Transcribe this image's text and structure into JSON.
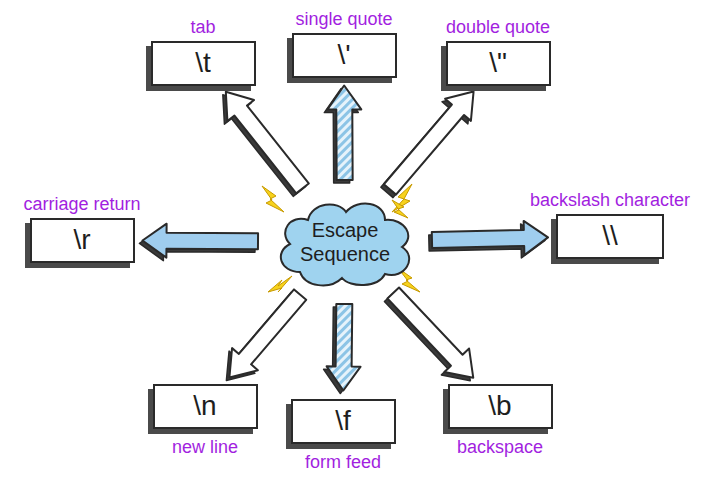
{
  "diagram": {
    "nodes": [
      {
        "text": [
          "\\t",
          "tab"
        ]
      },
      {
        "text": [
          "\\'",
          "single quote"
        ]
      },
      {
        "text": [
          "\\\"",
          "double quote"
        ]
      },
      {
        "text": [
          "\\r",
          "carriage return"
        ]
      },
      {
        "text": [
          "Escape Sequence"
        ]
      },
      {
        "text": [
          "\\\\",
          "backslash character"
        ]
      },
      {
        "text": [
          "\\n",
          "new line"
        ]
      },
      {
        "text": [
          "\\f",
          "form feed"
        ]
      },
      {
        "text": [
          "\\b",
          "backspace"
        ]
      }
    ],
    "edges": [
      {
        "from": 4,
        "to": 0,
        "arrow": "to"
      },
      {
        "from": 4,
        "to": 1,
        "arrow": "to"
      },
      {
        "from": 4,
        "to": 2,
        "arrow": "to"
      },
      {
        "from": 4,
        "to": 3,
        "arrow": "to"
      },
      {
        "from": 4,
        "to": 5,
        "arrow": "to"
      },
      {
        "from": 4,
        "to": 6,
        "arrow": "to"
      },
      {
        "from": 4,
        "to": 7,
        "arrow": "to"
      },
      {
        "from": 4,
        "to": 8,
        "arrow": "to"
      }
    ]
  }
}
